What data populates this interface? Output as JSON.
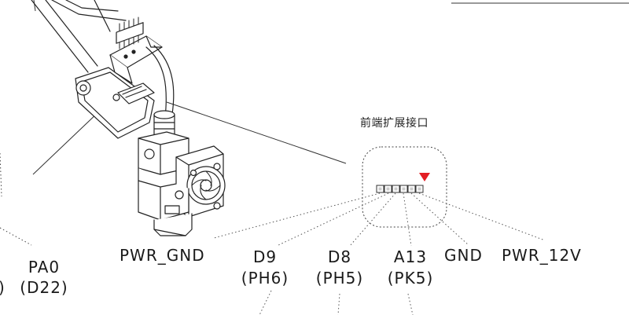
{
  "connector": {
    "title": "前端扩展接口",
    "marker_color": "#e31e24",
    "pin_count": 6
  },
  "labels": {
    "pwr_gnd": "PWR_GND",
    "d9": "D9",
    "d9_port": "(PH6)",
    "d8": "D8",
    "d8_port": "(PH5)",
    "a13": "A13",
    "a13_port": "(PK5)",
    "gnd": "GND",
    "pwr_12v": "PWR_12V",
    "pa0": "PA0",
    "pa0_alt": "(D22)",
    "left_cut": ")"
  }
}
